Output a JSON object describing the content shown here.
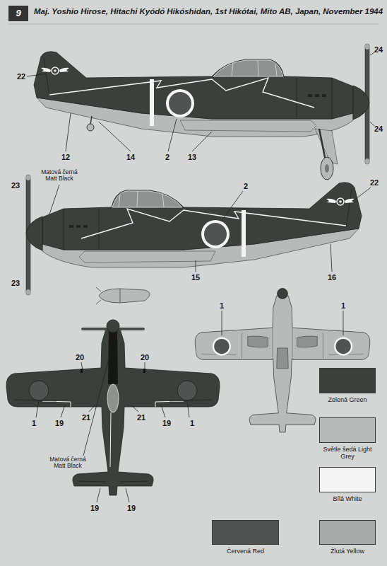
{
  "diagram": {
    "title": "Maj. Yoshio Hirose, Hitachi Kyódó Hikóshidan, 1st Hikótai, Mito AB, Japan, November 1944",
    "labels": [
      "9",
      "22",
      "24",
      "24",
      "12",
      "14",
      "2",
      "13",
      "Matová černá Matt Black",
      "2",
      "23",
      "22",
      "23",
      "15",
      "16",
      "1",
      "1",
      "20",
      "20",
      "1",
      "19",
      "21",
      "21",
      "19",
      "1",
      "Matová černá Matt Black",
      "19",
      "19"
    ],
    "legend": [
      {
        "text": "Zelená Green",
        "color": "#3b403d"
      },
      {
        "text": "Světle šedá Light Grey",
        "color": "#b7bab8"
      },
      {
        "text": "Bílá White",
        "color": "#f4f4f4"
      },
      {
        "text": "Červená Red",
        "color": "#505351"
      },
      {
        "text": "Žlutá Yellow",
        "color": "#a8abaa"
      }
    ]
  }
}
